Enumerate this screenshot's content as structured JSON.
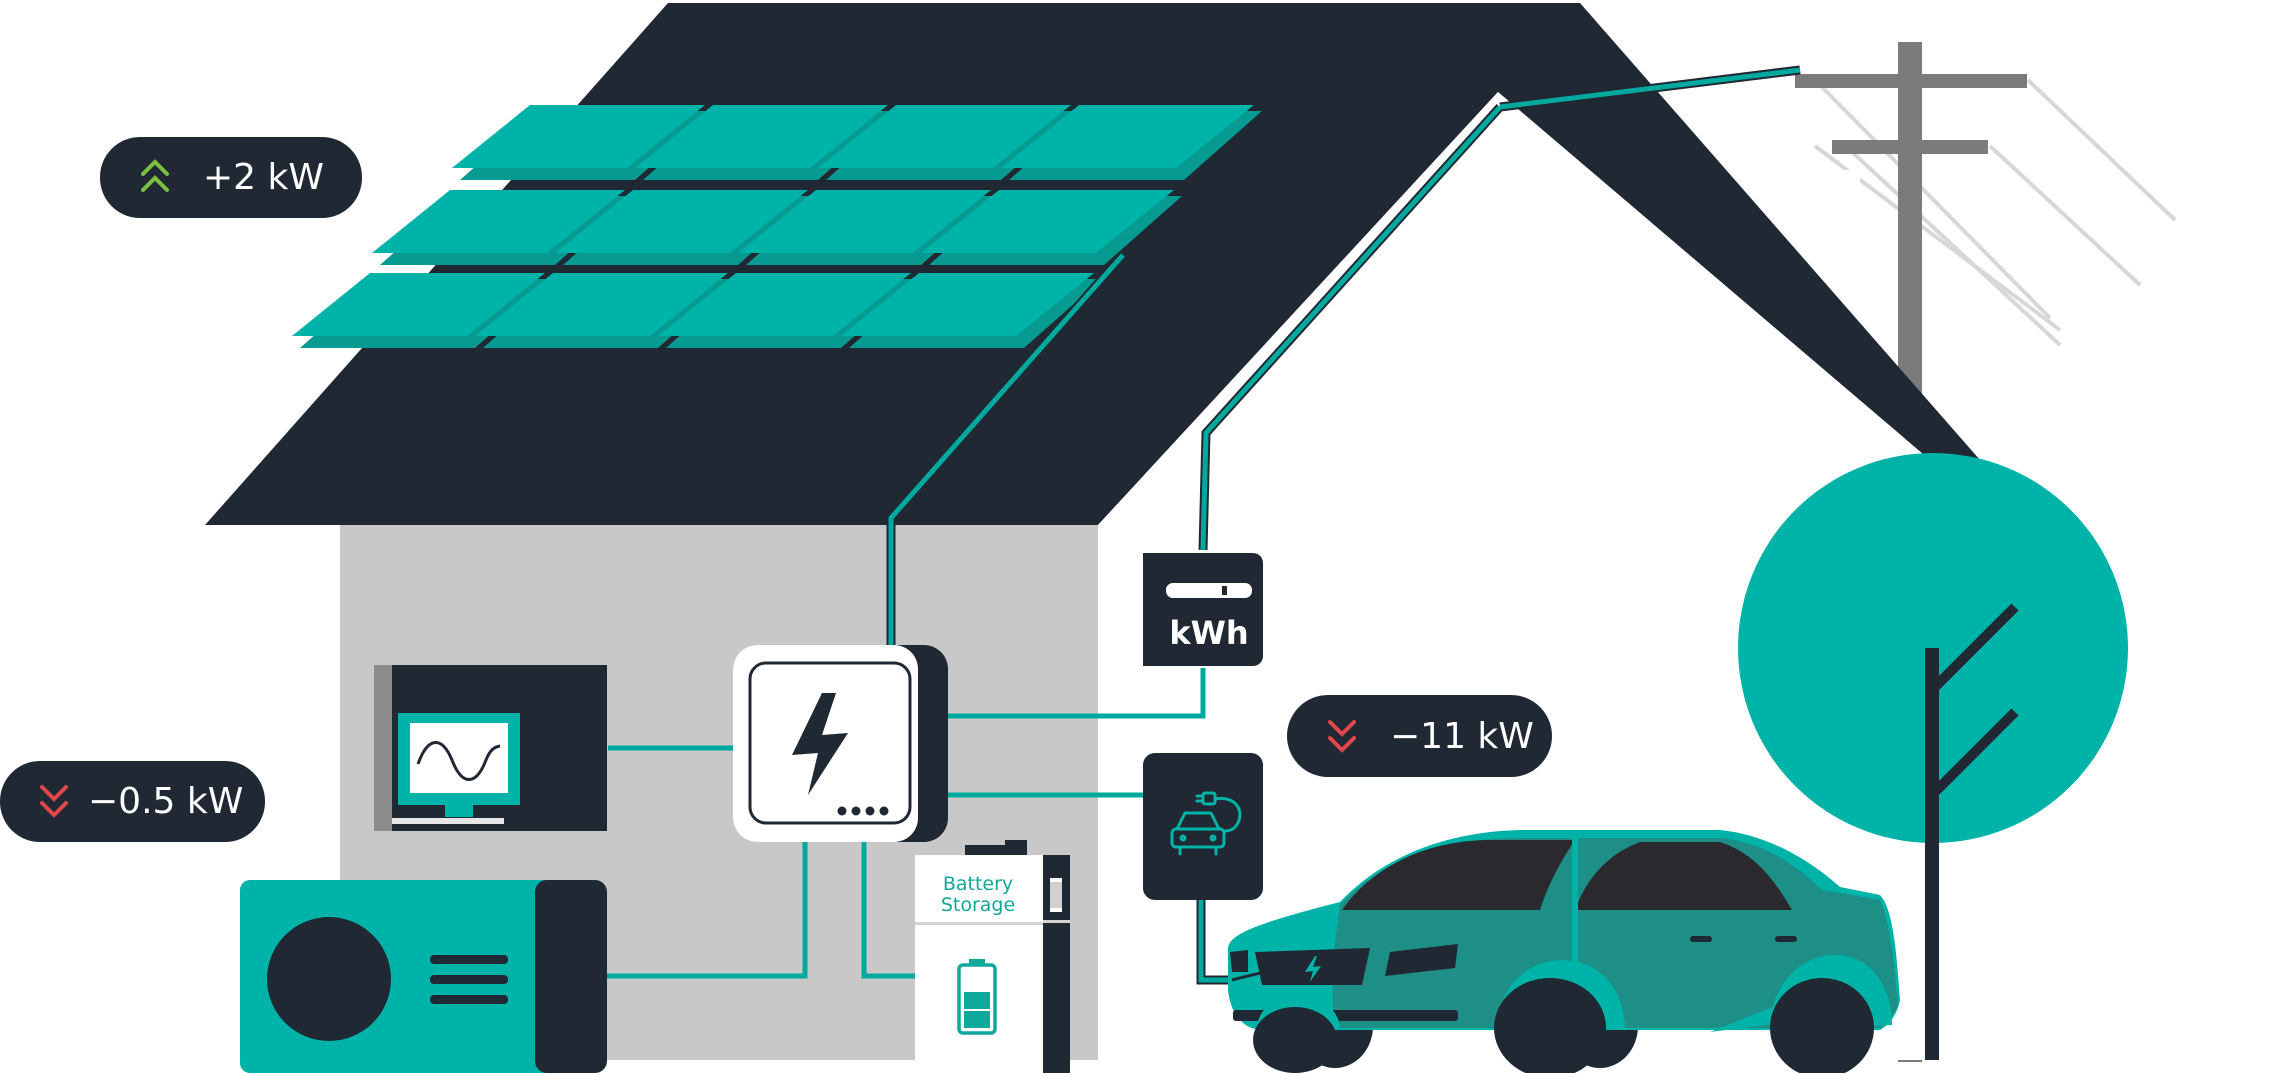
{
  "colors": {
    "dark": "#1f2833",
    "teal": "#00b3a8",
    "teal_dark": "#079a90",
    "wall": "#c8c8c8",
    "pole": "#7b7b7d",
    "up_arrow": "#7ac142",
    "down_arrow": "#e2474b"
  },
  "badges": {
    "solar": {
      "value": "+2 kW",
      "direction": "up",
      "icon": "double-chevron-up-icon"
    },
    "heatpump": {
      "value": "−0.5 kW",
      "direction": "down",
      "icon": "double-chevron-down-icon"
    },
    "ev": {
      "value": "−11 kW",
      "direction": "down",
      "icon": "double-chevron-down-icon"
    }
  },
  "meter": {
    "label": "kWh"
  },
  "battery": {
    "line1": "Battery",
    "line2": "Storage",
    "icon": "battery-icon"
  },
  "charger": {
    "icon": "ev-charger-icon"
  },
  "inverter": {
    "icon": "lightning-bolt-icon"
  },
  "monitor": {
    "icon": "sine-wave-icon"
  }
}
